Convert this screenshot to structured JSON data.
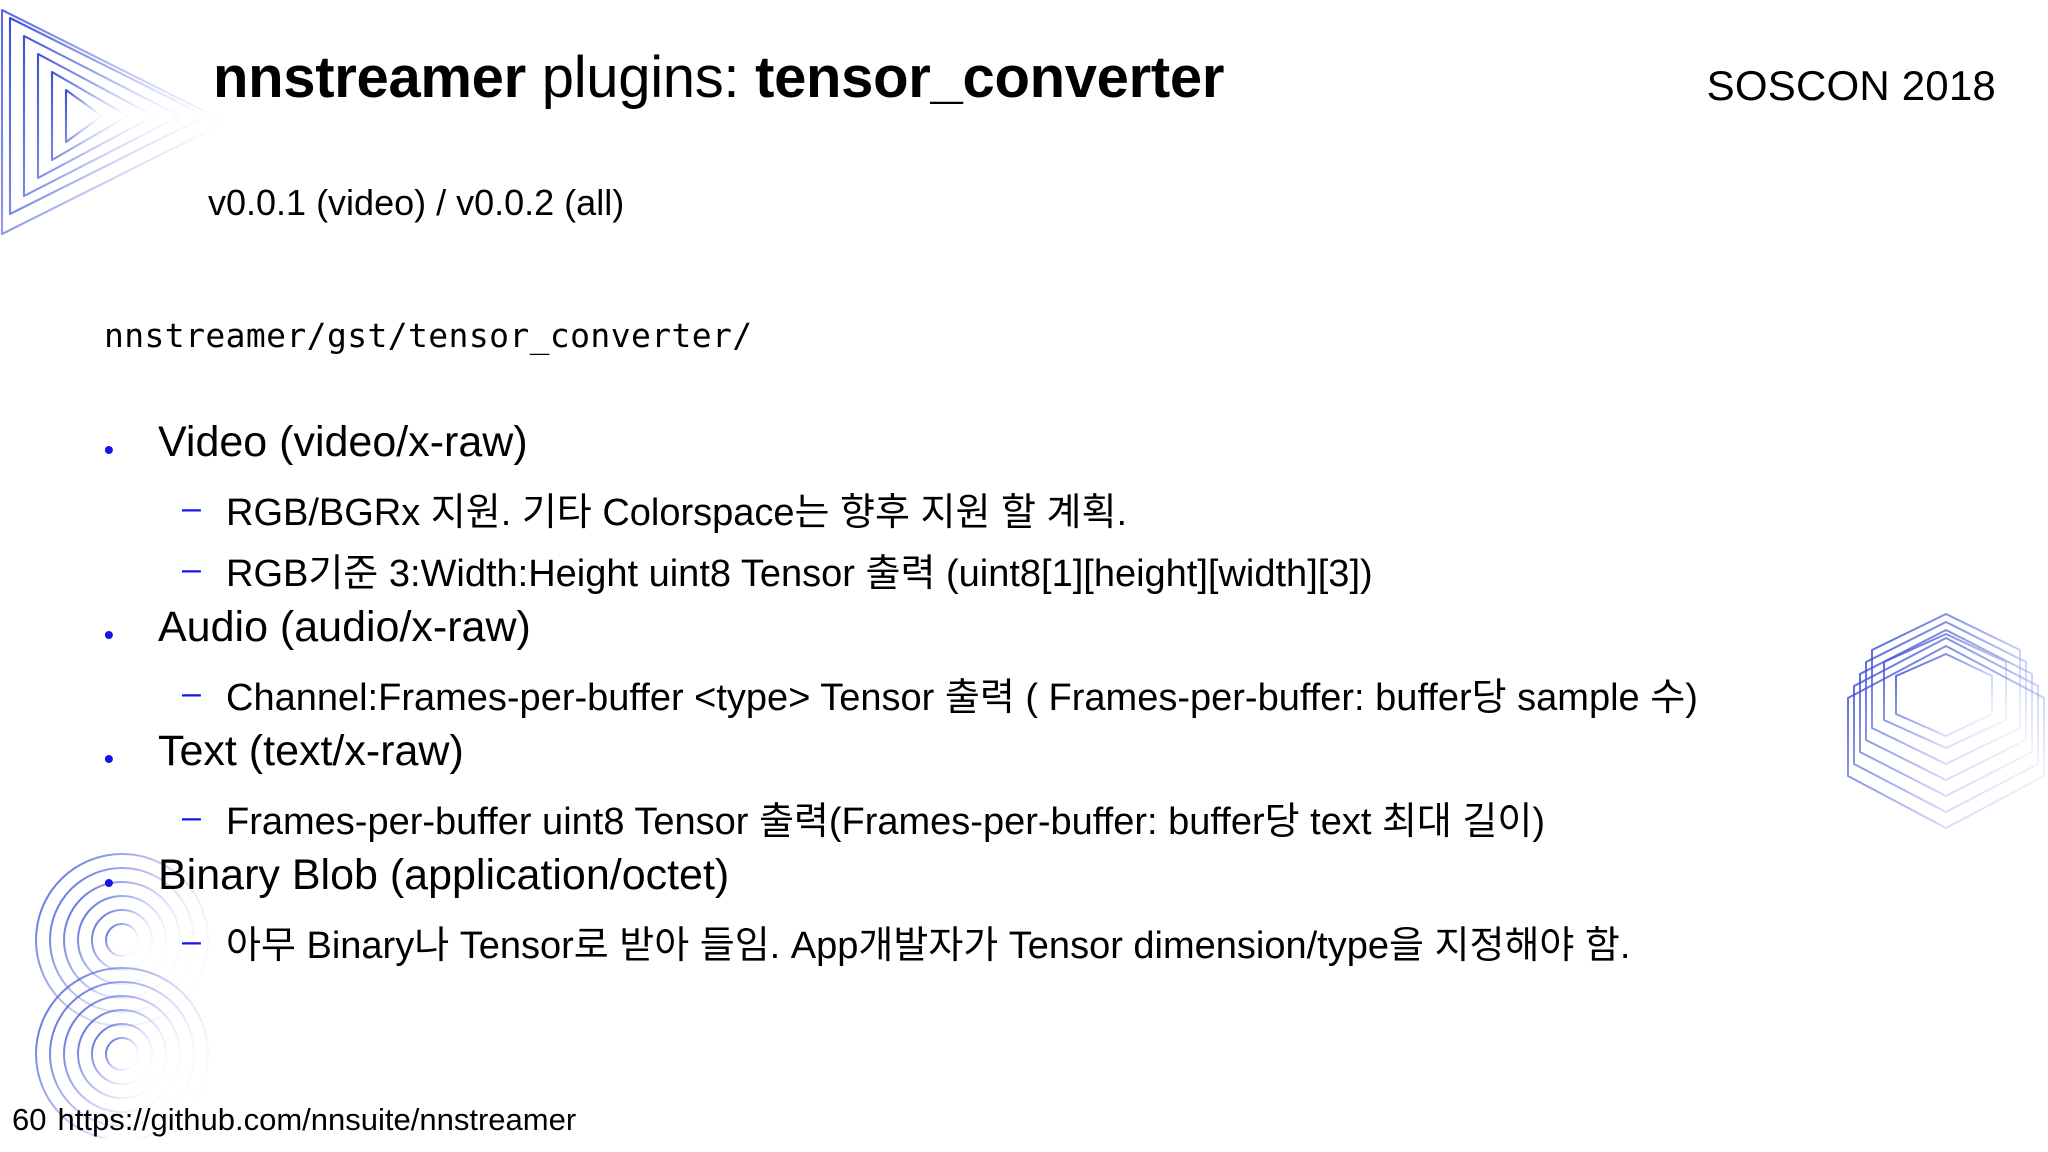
{
  "header": {
    "title_part_bold_1": "nnstreamer",
    "title_part_regular": " plugins: ",
    "title_part_bold_2": "tensor_converter",
    "conference": "SOSCON 2018",
    "subtitle": "v0.0.1 (video) / v0.0.2 (all)"
  },
  "body": {
    "path": "nnstreamer/gst/tensor_converter/",
    "bullet_marker": "•",
    "dash_marker": "–",
    "items": [
      {
        "level": 1,
        "text": "Video (video/x-raw)"
      },
      {
        "level": 2,
        "text": "RGB/BGRx 지원. 기타 Colorspace는 향후 지원 할 계획."
      },
      {
        "level": 2,
        "text": "RGB기준 3:Width:Height uint8 Tensor 출력 (uint8[1][height][width][3])"
      },
      {
        "level": 1,
        "text": "Audio (audio/x-raw)"
      },
      {
        "level": 2,
        "text": "Channel:Frames-per-buffer <type> Tensor 출력  ( Frames-per-buffer: buffer당 sample 수)"
      },
      {
        "level": 1,
        "text": "Text (text/x-raw)"
      },
      {
        "level": 2,
        "text": "Frames-per-buffer uint8 Tensor 출력(Frames-per-buffer: buffer당 text 최대 길이)"
      },
      {
        "level": 1,
        "text": "Binary Blob (application/octet)"
      },
      {
        "level": 2,
        "text": "아무 Binary나 Tensor로 받아 들임. App개발자가 Tensor dimension/type을 지정해야 함."
      }
    ]
  },
  "footer": {
    "page_number": "60",
    "url": "https://github.com/nnsuite/nnstreamer"
  },
  "colors": {
    "accent_blue": "#1414e6",
    "deco_blue": "#4f63d8",
    "text": "#000000",
    "background": "#ffffff"
  }
}
